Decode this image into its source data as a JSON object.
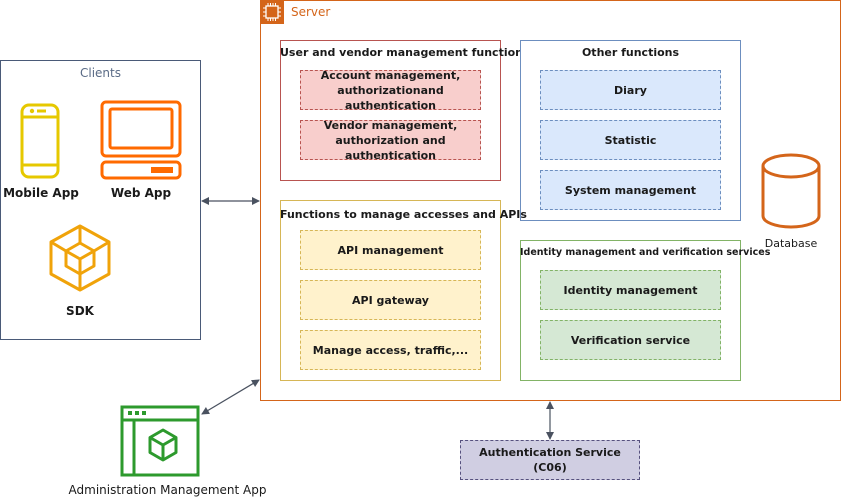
{
  "clients": {
    "title": "Clients",
    "items": [
      {
        "label": "Mobile App",
        "icon": "mobile-phone-icon",
        "color": "#e6c800"
      },
      {
        "label": "Web App",
        "icon": "desktop-computer-icon",
        "color": "#ff6a00"
      },
      {
        "label": "SDK",
        "icon": "cube-icon",
        "color": "#f0a30a"
      }
    ]
  },
  "server": {
    "title": "Server",
    "icon": "chip-icon",
    "color": "#d4651a",
    "groups": {
      "user_vendor": {
        "title": "User and vendor management functions",
        "items": [
          "Account management, authorizationand authentication",
          "Vendor management, authorization and authentication"
        ]
      },
      "other": {
        "title": "Other functions",
        "items": [
          "Diary",
          "Statistic",
          "System management"
        ]
      },
      "access_api": {
        "title": "Functions to manage accesses and APIs",
        "items": [
          "API management",
          "API gateway",
          "Manage access, traffic,..."
        ]
      },
      "identity": {
        "title": "Identity management and verification services",
        "items": [
          "Identity management",
          "Verification service"
        ]
      }
    },
    "database": {
      "label": "Database",
      "icon": "database-cylinder-icon"
    }
  },
  "admin_app": {
    "label": "Administration Management App",
    "icon": "browser-cube-icon",
    "color": "#2d9a2d"
  },
  "auth_service": {
    "label": "Authentication Service (C06)"
  },
  "connections": [
    {
      "from": "Clients",
      "to": "Server",
      "type": "bidirectional"
    },
    {
      "from": "Administration Management App",
      "to": "Server",
      "type": "bidirectional"
    },
    {
      "from": "Server",
      "to": "Authentication Service (C06)",
      "type": "bidirectional"
    }
  ]
}
